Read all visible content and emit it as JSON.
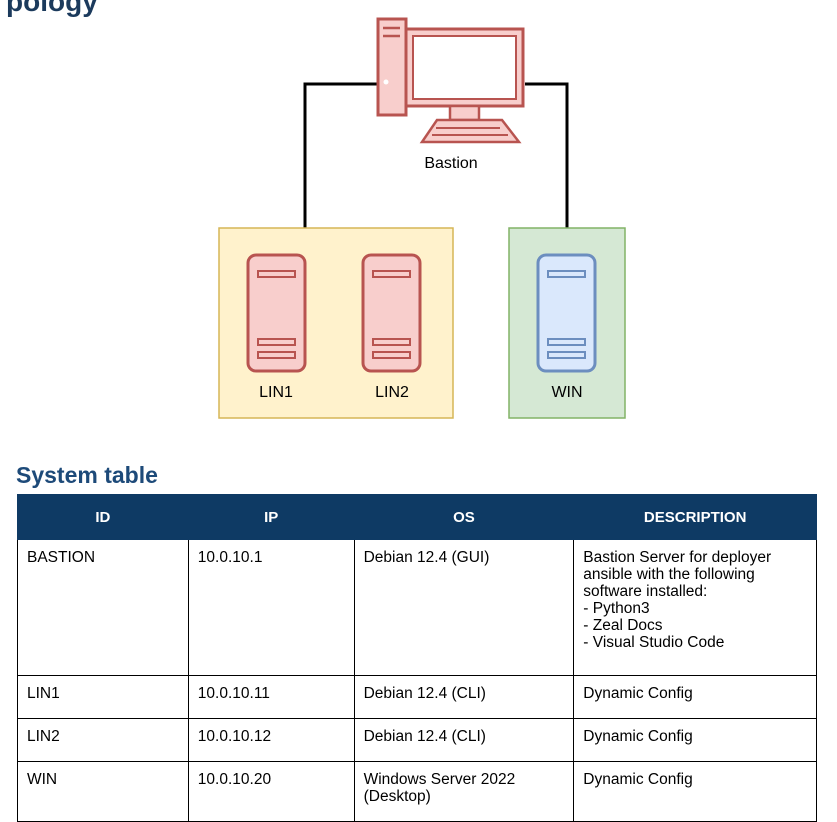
{
  "top_heading_fragment": "pology",
  "diagram": {
    "bastion_label": "Bastion",
    "lin1_label": "LIN1",
    "lin2_label": "LIN2",
    "win_label": "WIN"
  },
  "section_title": "System table",
  "table": {
    "headers": [
      "ID",
      "IP",
      "OS",
      "DESCRIPTION"
    ],
    "rows": [
      {
        "id": "BASTION",
        "ip": "10.0.10.1",
        "os": "Debian 12.4 (GUI)",
        "desc": [
          "Bastion Server for deployer",
          "ansible with the following",
          "software installed:",
          "- Python3",
          "- Zeal Docs",
          "- Visual Studio Code"
        ]
      },
      {
        "id": "LIN1",
        "ip": "10.0.10.11",
        "os": "Debian 12.4 (CLI)",
        "desc": [
          "Dynamic Config"
        ]
      },
      {
        "id": "LIN2",
        "ip": "10.0.10.12",
        "os": "Debian 12.4 (CLI)",
        "desc": [
          "Dynamic Config"
        ]
      },
      {
        "id": "WIN",
        "ip": "10.0.10.20",
        "os": [
          "Windows Server 2022",
          "(Desktop)"
        ],
        "desc": [
          "Dynamic Config"
        ]
      }
    ]
  },
  "colors": {
    "header_bg": "#0e3a64",
    "title_color": "#1d4a79",
    "pink_fill": "#f8cecc",
    "pink_stroke": "#b85450",
    "blue_fill": "#dae8fc",
    "blue_stroke": "#6c8ebf",
    "yellow_group": "#fff2cc",
    "yellow_group_stroke": "#d6b656",
    "green_group": "#d5e8d4",
    "green_group_stroke": "#82b366"
  }
}
